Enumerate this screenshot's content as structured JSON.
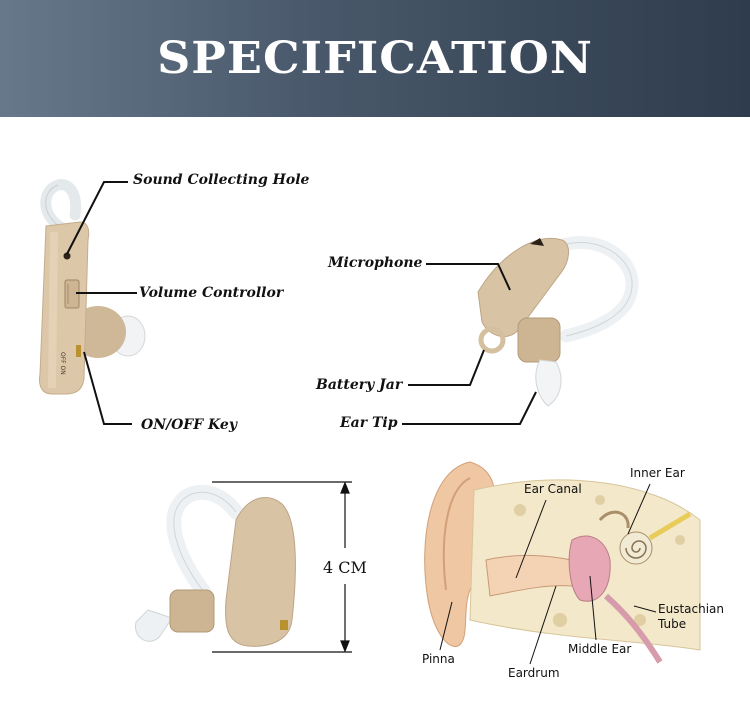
{
  "banner": {
    "title": "SPECIFICATION"
  },
  "device_front": {
    "labels": {
      "sound_hole": "Sound Collecting Hole",
      "volume": "Volume Controllor",
      "onoff": "ON/OFF Key"
    },
    "switch_text": "OFF ON"
  },
  "device_side": {
    "labels": {
      "microphone": "Microphone",
      "battery": "Battery Jar",
      "ear_tip": "Ear Tip"
    }
  },
  "dimension": {
    "height_label": "4 CM"
  },
  "ear_anatomy": {
    "labels": {
      "ear_canal": "Ear Canal",
      "inner_ear": "Inner Ear",
      "eustachian": "Eustachian\nTube",
      "middle_ear": "Middle Ear",
      "pinna": "Pinna",
      "eardrum": "Eardrum"
    }
  },
  "colors": {
    "banner_start": "#67788a",
    "banner_end": "#2f3c4d",
    "device_beige": "#d8c3a5",
    "tube_clear": "#eef2f4"
  }
}
